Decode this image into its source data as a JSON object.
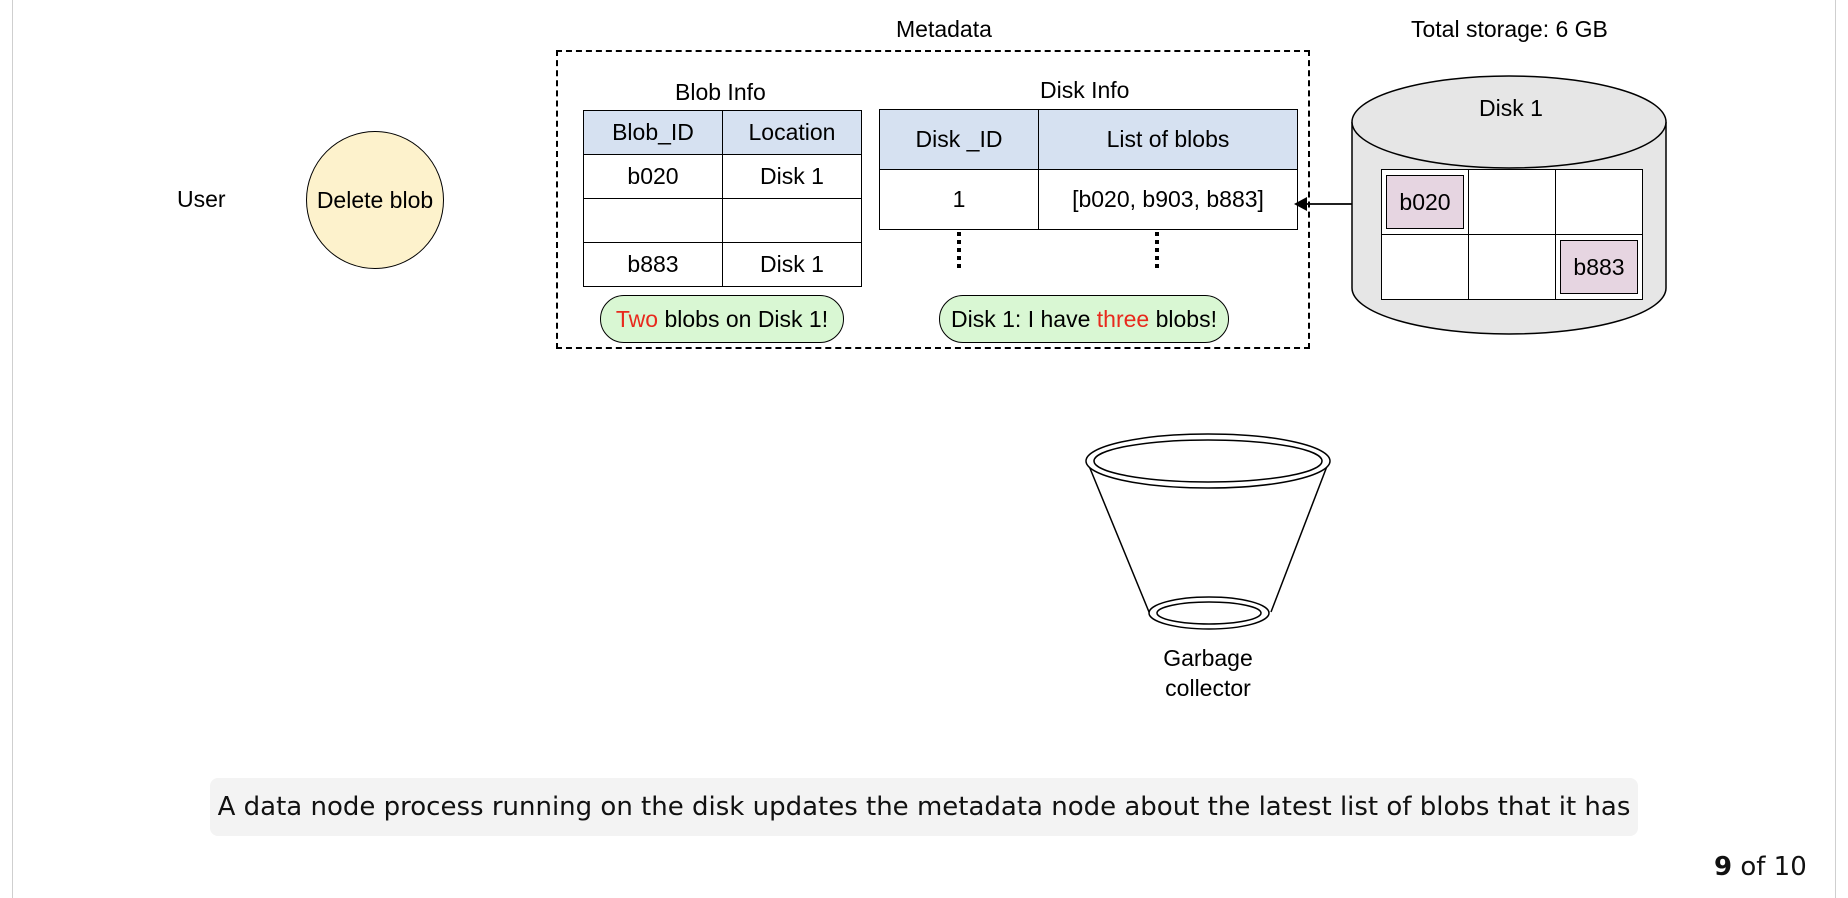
{
  "user": {
    "label": "User",
    "action_label": "Delete blob"
  },
  "metadata": {
    "title": "Metadata",
    "blob_info": {
      "title": "Blob Info",
      "headers": [
        "Blob_ID",
        "Location"
      ],
      "rows": [
        [
          "b020",
          "Disk 1"
        ],
        [
          "",
          ""
        ],
        [
          "b883",
          "Disk 1"
        ]
      ],
      "note_highlight": "Two",
      "note_rest": " blobs on Disk 1!"
    },
    "disk_info": {
      "title": "Disk Info",
      "headers": [
        "Disk _ID",
        "List of blobs"
      ],
      "rows": [
        [
          "1",
          "[b020, b903, b883]"
        ]
      ],
      "note_before": "Disk 1: I have ",
      "note_highlight": "three",
      "note_after": " blobs!"
    }
  },
  "disk": {
    "total_storage": "Total storage: 6 GB",
    "name": "Disk 1",
    "slots": [
      "b020",
      "",
      "",
      "",
      "",
      "b883"
    ]
  },
  "garbage_collector": {
    "line1": "Garbage",
    "line2": "collector"
  },
  "caption": "A data node process running on the disk updates the metadata node about the latest list of blobs that it has",
  "pager": {
    "current": "9",
    "suffix": " of 10"
  },
  "colors": {
    "user_fill": "#fdf2cc",
    "table_header_fill": "#d6e1f1",
    "note_fill": "#d9f7d3",
    "highlight_text": "#e8291d",
    "disk_fill": "#e6e6e6",
    "blob_fill": "#e6d5e1"
  }
}
